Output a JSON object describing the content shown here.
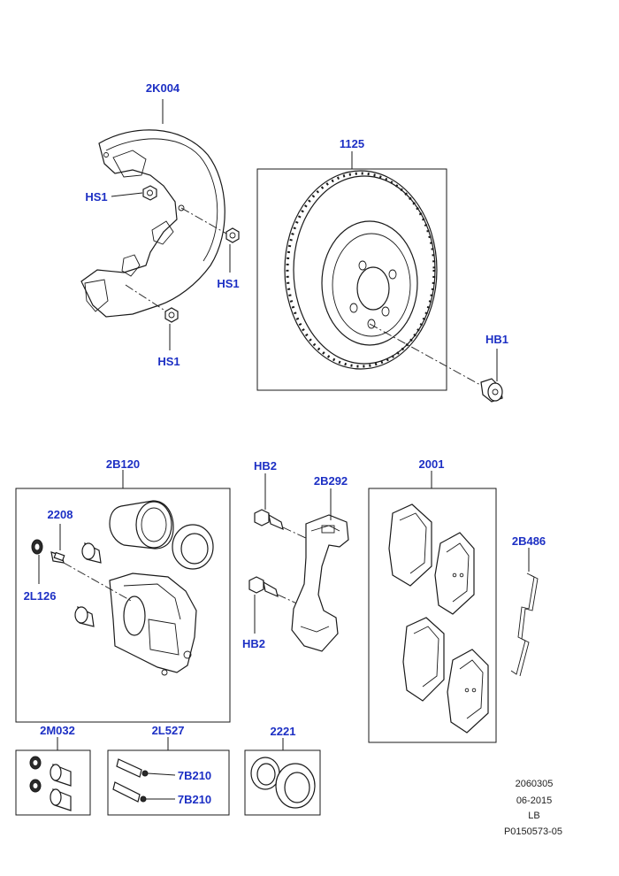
{
  "callouts": {
    "shield": "2K004",
    "shield_bolt_a": "HS1",
    "shield_bolt_b": "HS1",
    "shield_bolt_c": "HS1",
    "disc": "1125",
    "disc_screw": "HB1",
    "caliper_kit": "2B120",
    "bleed_screw": "2208",
    "bleed_cap": "2L126",
    "carrier_bolt_top": "HB2",
    "carrier_bolt_bottom": "HB2",
    "carrier": "2B292",
    "pads": "2001",
    "spring_clip": "2B486",
    "bush_kit": "2M032",
    "guide_pin_kit": "2L527",
    "guide_pin_a": "7B210",
    "guide_pin_b": "7B210",
    "seal_kit": "2221"
  },
  "footer": {
    "line1": "2060305",
    "line2": "06-2015",
    "line3": "LB",
    "line4": "P0150573-05"
  }
}
